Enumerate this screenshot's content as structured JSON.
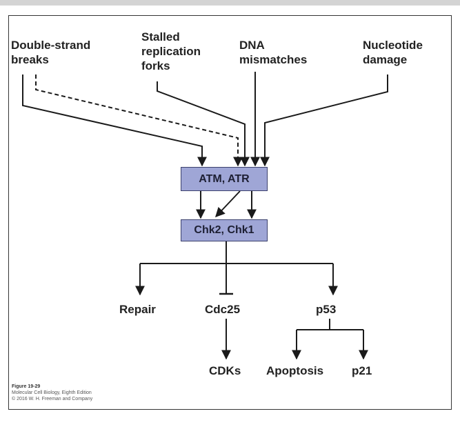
{
  "inputs": {
    "double_strand": "Double-strand\nbreaks",
    "stalled_forks": "Stalled\nreplication\nforks",
    "dna_mismatches": "DNA\nmismatches",
    "nucleotide_damage": "Nucleotide\ndamage"
  },
  "kinases": {
    "atm_atr": "ATM, ATR",
    "chk": "Chk2, Chk1"
  },
  "outputs": {
    "repair": "Repair",
    "cdc25": "Cdc25",
    "p53": "p53",
    "cdks": "CDKs",
    "apoptosis": "Apoptosis",
    "p21": "p21"
  },
  "caption": {
    "figure": "Figure 19-29",
    "book": "Molecular Cell Biology, Eighth Edition",
    "publisher": "© 2016 W. H. Freeman and Company"
  },
  "colors": {
    "box_fill": "#9fa6d6",
    "line": "#1a1a1a"
  }
}
